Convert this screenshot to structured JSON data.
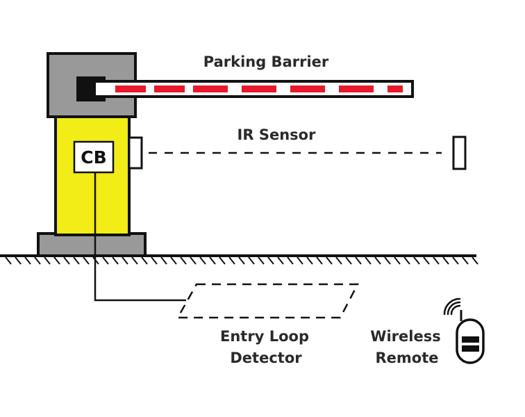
{
  "labels": {
    "barrier": "Parking Barrier",
    "sensor": "IR Sensor",
    "cb": "CB",
    "loop_line1": "Entry Loop",
    "loop_line2": "Detector",
    "remote_line1": "Wireless",
    "remote_line2": "Remote"
  },
  "colors": {
    "housing": "#999999",
    "pillar": "#f2ec17",
    "base": "#999999",
    "stripe": "#e8192c",
    "outline": "#111111"
  },
  "icons": {
    "remote": "wireless-remote-icon",
    "signal": "signal-waves-icon"
  }
}
